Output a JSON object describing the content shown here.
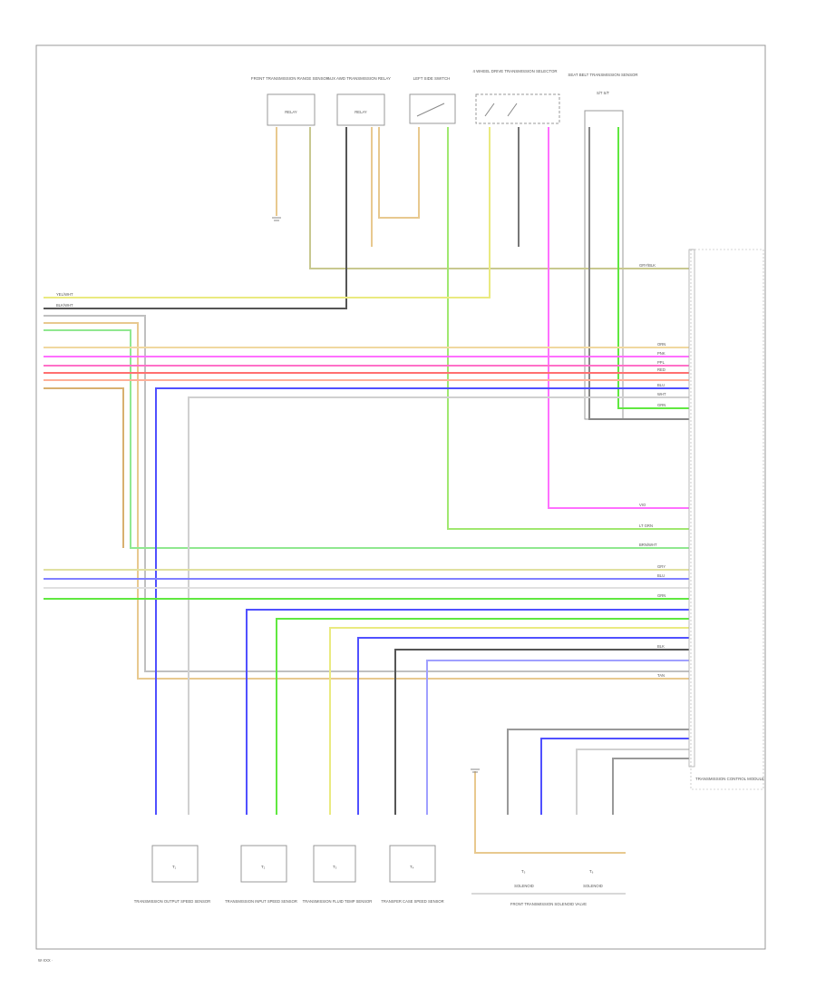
{
  "page_code": "W·XXX ·",
  "top_components": [
    {
      "id": "tc1",
      "title": "FRONT TRANSMISSION RANGE SENSOR",
      "body": "RELAY"
    },
    {
      "id": "tc2",
      "title": "AUX AWD TRANSMISSION RELAY",
      "body": "RELAY"
    },
    {
      "id": "tc3",
      "title": "LEFT SIDE SWITCH",
      "body": ""
    },
    {
      "id": "tc4",
      "title": "4 WHEEL DRIVE TRANSMISSION SELECTOR",
      "body": ""
    },
    {
      "id": "tc5",
      "title": "SEAT BELT TRANSMISSION SENSOR",
      "body": "S/T  S/T"
    }
  ],
  "bottom_components": [
    {
      "id": "bc1",
      "symbol": "T₁",
      "title": "TRANSMISSION OUTPUT SPEED SENSOR"
    },
    {
      "id": "bc2",
      "symbol": "T₂",
      "title": "TRANSMISSION INPUT SPEED SENSOR"
    },
    {
      "id": "bc3",
      "symbol": "T₃",
      "title": "TRANSMISSION FLUID TEMP SENSOR"
    },
    {
      "id": "bc4",
      "symbol": "T₄",
      "title": "TRANSFER CASE SPEED SENSOR"
    },
    {
      "id": "bc5",
      "symbol": "T₅",
      "title": "SOLENOID"
    },
    {
      "id": "bc6",
      "symbol": "T₆",
      "title": "SOLENOID"
    }
  ],
  "solenoid_group_caption": "FRONT TRANSMISSION SOLENOID VALVE",
  "module_label": "TRANSMISSION CONTROL MODULE",
  "wire_labels": {
    "w_tan_top": "GRY/BLK",
    "w_yel_l": "YEL/WHT",
    "w_blkwht": "BLK/WHT",
    "w_orn": "ORN",
    "w_wht": "WHT",
    "w_ppl": "PPL",
    "w_pnk": "PNK",
    "w_red": "RED",
    "w_blu": "BLU",
    "w_brn": "BRN/WHT",
    "w_ltgrn": "LT GRN",
    "w_grn": "GRN",
    "w_gry": "GRY",
    "w_blk": "BLK",
    "w_vio": "VIO",
    "w_tan": "TAN"
  },
  "wire_colors": {
    "tan": "#e8c98f",
    "yellow": "#eaea80",
    "pink": "#ff70ff",
    "magenta": "#ff40c0",
    "red": "#ff7070",
    "salmon": "#ffb098",
    "blue": "#5050ff",
    "green": "#60e840",
    "lime": "#a0ff60",
    "gray": "#9a9a9a",
    "black": "#444444",
    "white_outline": "#d8d8d8"
  }
}
